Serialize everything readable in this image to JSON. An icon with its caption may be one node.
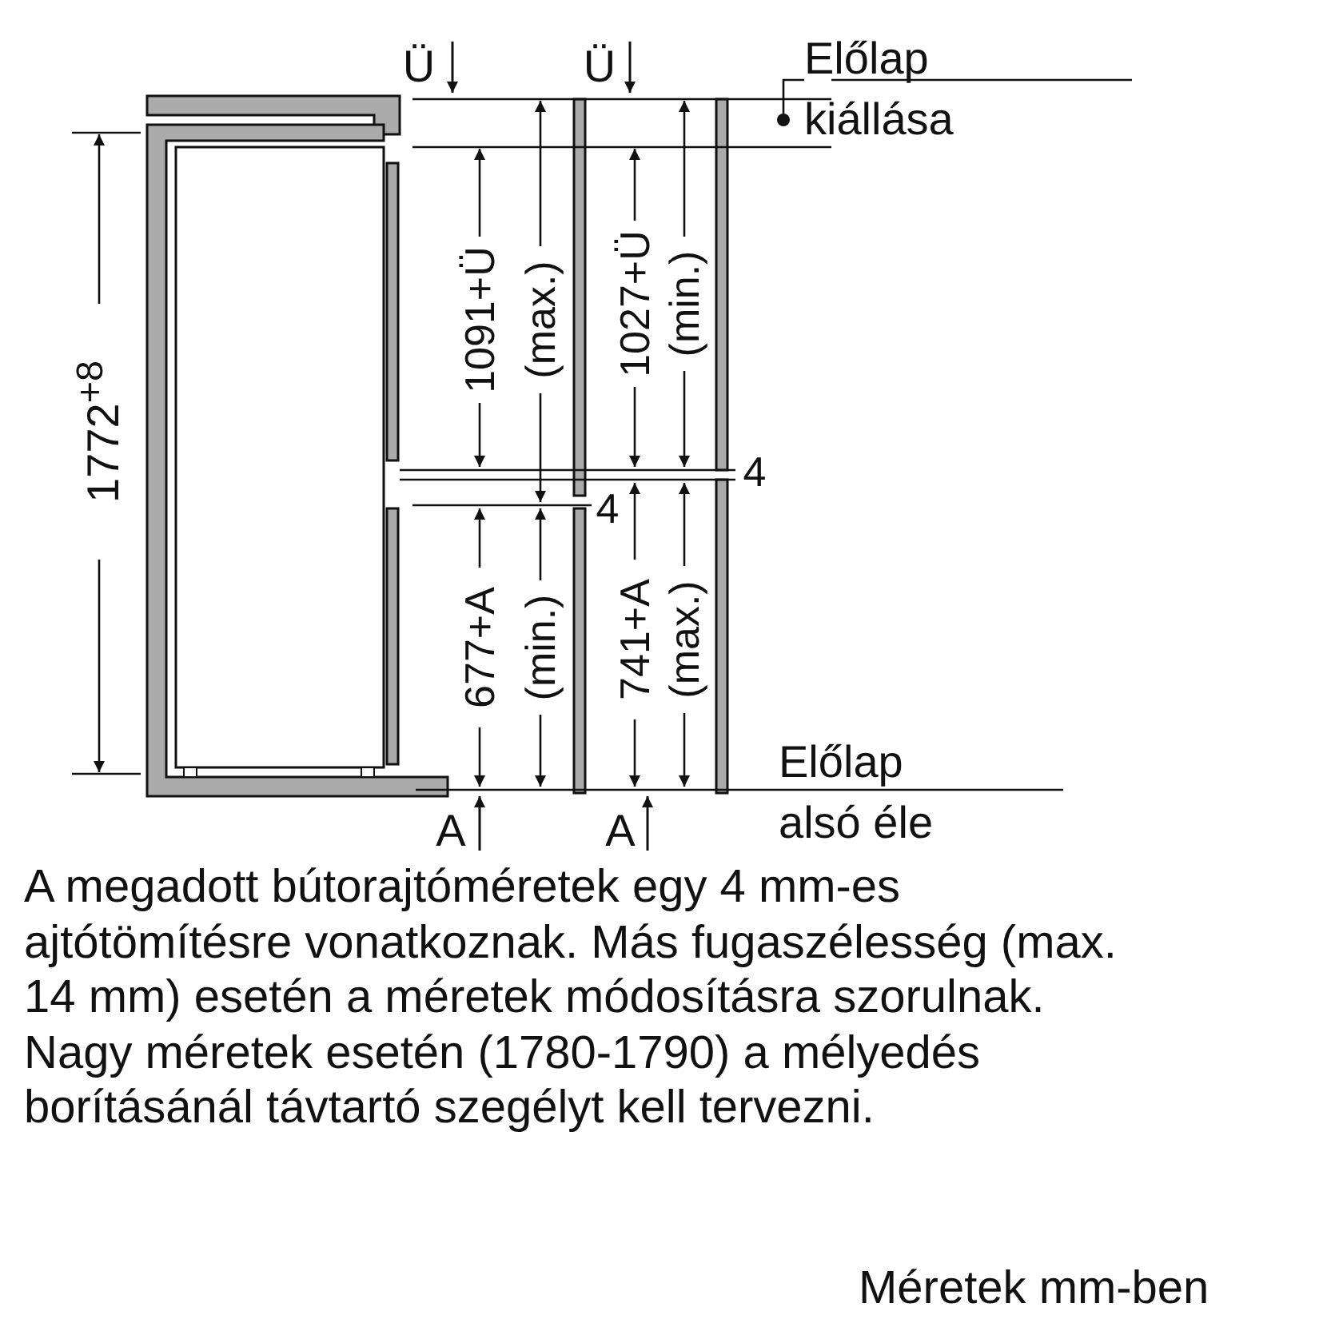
{
  "diagram": {
    "nodes": [
      {
        "text": [
          "Előlap kiállása"
        ]
      },
      {
        "text": [],
        "shape": "circle"
      }
    ],
    "edges": [
      {
        "from": 0,
        "to": 1,
        "arrow": "none"
      }
    ],
    "labels": [
      "Ü",
      "Ü",
      "1772$^{+8}$",
      "1091+Ü",
      "(max.)",
      "1027+Ü",
      "(min.)",
      "4",
      "4",
      "677+A",
      "(min.)",
      "741+A",
      "(max.)",
      "A",
      "A",
      "Előlap alsó éle",
      "A megadott bútorajtóméretek egy 4 mm-es ajtótömítésre vonatkoznak. Más fugaszélesség (max. 14 mm) esetén a méretek módosításra szorulnak. Nagy méretek esetén (1780-1790) a mélyedés borításánál távtartó szegélyt kell tervezni.",
      "Méretek mm-ben"
    ]
  }
}
